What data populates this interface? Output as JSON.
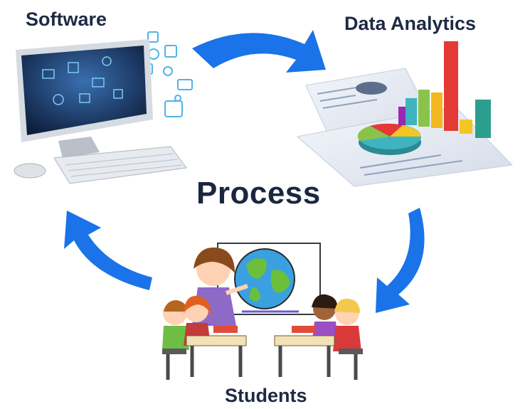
{
  "nodes": {
    "software": "Software",
    "analytics": "Data Analytics",
    "process": "Process",
    "students": "Students"
  },
  "colors": {
    "arrow": "#1a73e8",
    "label": "#1e2a44"
  },
  "icons": [
    "computer-icon",
    "chart-icon",
    "classroom-icon"
  ]
}
